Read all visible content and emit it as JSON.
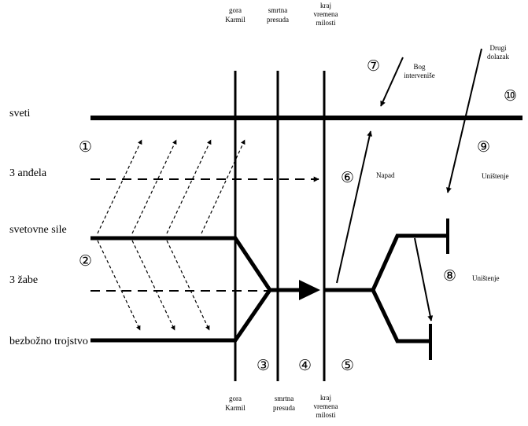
{
  "row_labels": {
    "sveti": "sveti",
    "anđela": "3 anđela",
    "svetovne_sile": "svetovne sile",
    "zabe": "3 žabe",
    "trojstvo": "bezbožno trojstvo"
  },
  "column_labels_top": {
    "col1": [
      "gora",
      "Karmil"
    ],
    "col2": [
      "smrtna",
      "presuda"
    ],
    "col3": [
      "kraj",
      "vremena",
      "milosti"
    ]
  },
  "column_labels_bottom": {
    "col1": [
      "gora",
      "Karmil"
    ],
    "col2": [
      "smrtna",
      "presuda"
    ],
    "col3": [
      "kraj",
      "vremena",
      "milosti"
    ]
  },
  "annotations": {
    "bog": [
      "Bog",
      "interveniše"
    ],
    "drugi": [
      "Drugi",
      "dolazak"
    ],
    "napad": "Napad",
    "unistenje_top": "Uništenje",
    "unistenje_bottom": "Uništenje"
  },
  "numbers": {
    "n1": "①",
    "n2": "②",
    "n3": "③",
    "n4": "④",
    "n5": "⑤",
    "n6": "⑥",
    "n7": "⑦",
    "n8": "⑧",
    "n9": "⑨",
    "n10": "⑩"
  },
  "colors": {
    "ink": "#000000",
    "background": "#ffffff"
  }
}
